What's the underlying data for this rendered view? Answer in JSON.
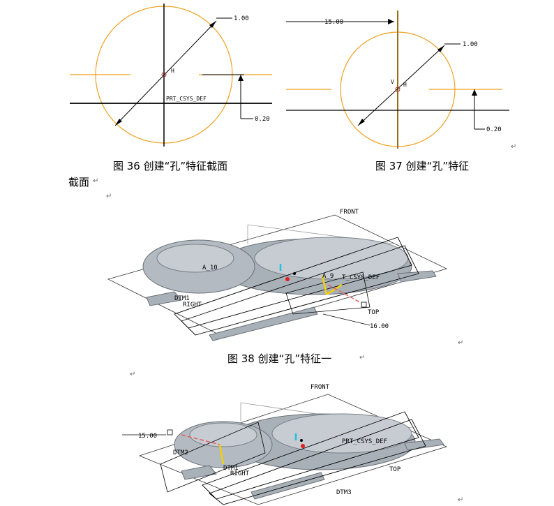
{
  "fig36": {
    "dim_diameter": "1.00",
    "dim_offset": "0.20",
    "label_h": "H",
    "label_csys": "PRT_CSYS_DEF"
  },
  "fig37": {
    "dim_diameter": "1.00",
    "dim_offset": "0.20",
    "dim_distance": "15.00",
    "label_v": "V",
    "label_h": "H"
  },
  "fig38": {
    "label_front": "FRONT",
    "label_axis": "A_10",
    "label_axis2": "A_9",
    "label_csys": "T_CSYS_DEF",
    "label_dtm1": "DTM1",
    "label_right": "RIGHT",
    "label_top": "TOP",
    "dim_distance": "16.00"
  },
  "fig39": {
    "label_front": "FRONT",
    "label_csys": "PRT_CSYS_DEF",
    "label_dtm2": "DTM2",
    "label_dtm1": "DTM1",
    "label_right": "RIGHT",
    "label_top": "TOP",
    "label_dtm3": "DTM3",
    "dim_distance": "15.00"
  },
  "captions": {
    "fig36": "图 36  创建“孔”特征截面",
    "fig36_cont": "截面",
    "fig37": "图 37  创建“孔”特征",
    "fig38": "图 38  创建“孔”特征一"
  },
  "marks": {
    "return": "↵"
  },
  "colors": {
    "sketch_orange": "#f0a020",
    "part_gray": "#a8b0b8",
    "axis_yellow": "#f5d000",
    "axis_red": "#e02020",
    "axis_cyan": "#20c0e0"
  }
}
